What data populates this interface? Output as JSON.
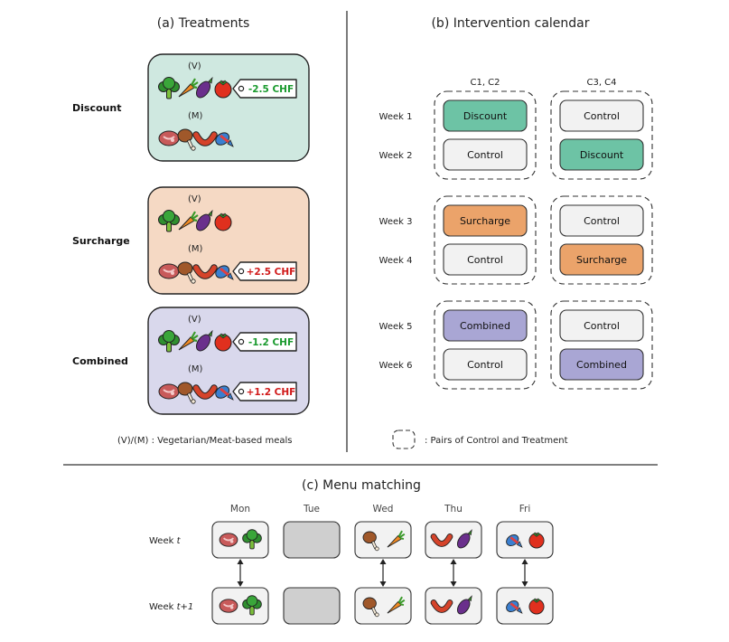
{
  "panels": {
    "treatments_title": "(a) Treatments",
    "calendar_title": "(b) Intervention calendar",
    "menu_title": "(c) Menu matching"
  },
  "treatments": [
    {
      "label": "Discount",
      "bg": "#cfe8e0",
      "veg_label": "(V)",
      "meat_label": "(M)",
      "veg_tag": "-2.5 CHF",
      "veg_tag_color": "#1a9a2e",
      "meat_tag": "",
      "meat_tag_color": "#d11a1a"
    },
    {
      "label": "Surcharge",
      "bg": "#f5d9c4",
      "veg_label": "(V)",
      "meat_label": "(M)",
      "veg_tag": "",
      "veg_tag_color": "#1a9a2e",
      "meat_tag": "+2.5 CHF",
      "meat_tag_color": "#d11a1a"
    },
    {
      "label": "Combined",
      "bg": "#d9d8ec",
      "veg_label": "(V)",
      "meat_label": "(M)",
      "veg_tag": "-1.2 CHF",
      "veg_tag_color": "#1a9a2e",
      "meat_tag": "+1.2 CHF",
      "meat_tag_color": "#d11a1a"
    }
  ],
  "legend_vm": "(V)/(M)  : Vegetarian/Meat-based meals",
  "calendar": {
    "col_headers": [
      "C1, C2",
      "C3, C4"
    ],
    "weeks": [
      "Week 1",
      "Week 2",
      "Week 3",
      "Week 4",
      "Week 5",
      "Week 6"
    ],
    "col1": [
      "Discount",
      "Control",
      "Surcharge",
      "Control",
      "Combined",
      "Control"
    ],
    "col2": [
      "Control",
      "Discount",
      "Control",
      "Surcharge",
      "Control",
      "Combined"
    ],
    "legend": ": Pairs of Control and Treatment",
    "colors": {
      "Discount": "#6dc3a5",
      "Surcharge": "#eba36a",
      "Combined": "#a9a6d4",
      "Control": "#f2f2f2"
    }
  },
  "menu": {
    "days": [
      "Mon",
      "Tue",
      "Wed",
      "Thu",
      "Fri"
    ],
    "week_t_prefix": "Week ",
    "week_t_var": "t",
    "week_t1_var": "t+1",
    "icons": [
      [
        "steak-icon",
        "broccoli-icon"
      ],
      [],
      [
        "chicken-leg-icon",
        "carrot-icon"
      ],
      [
        "sausage-icon",
        "eggplant-icon"
      ],
      [
        "fish-icon",
        "tomato-icon"
      ]
    ]
  }
}
